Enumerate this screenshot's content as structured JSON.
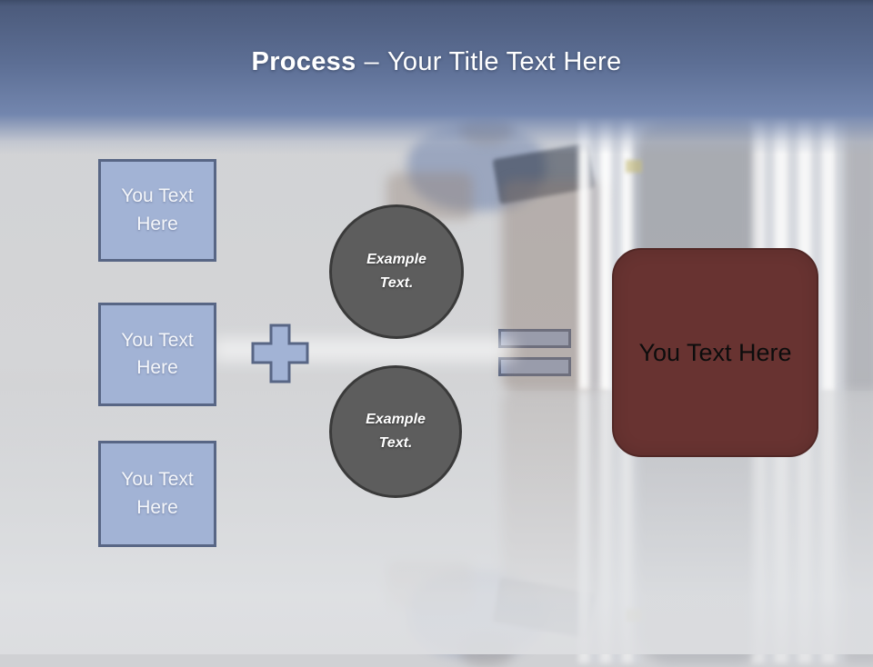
{
  "title": {
    "keyword": "Process",
    "separator": "–",
    "text": "Your Title Text Here"
  },
  "left_boxes": [
    {
      "label": "You Text Here"
    },
    {
      "label": "You Text Here"
    },
    {
      "label": "You Text Here"
    }
  ],
  "circles": [
    {
      "label": "Example Text."
    },
    {
      "label": "Example Text."
    }
  ],
  "result_box": {
    "label": "You Text Here"
  },
  "colors": {
    "band_top": "#3e4c69",
    "band_mid": "#7386ae",
    "shape_fill": "#a2b3d5",
    "shape_border": "#586685",
    "circle_fill": "#5d5d5d",
    "circle_border": "#3a3a3a",
    "result_fill": "#683331",
    "result_border": "#512725",
    "title_color": "#ffffff",
    "box_text_color": "#f4f6fa",
    "result_text_color": "#0d0d0d"
  }
}
